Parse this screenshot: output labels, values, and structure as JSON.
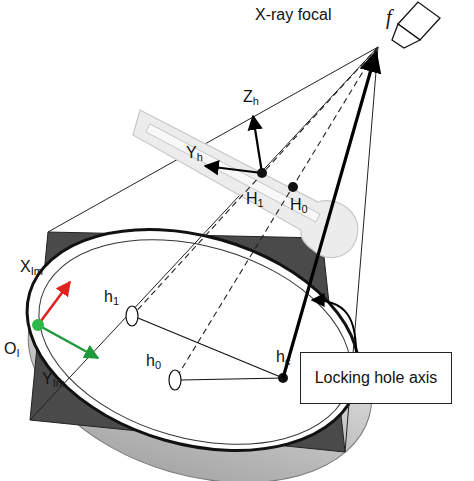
{
  "diagram": {
    "nodes": [
      {
        "text": [
          "Locking hole axis"
        ]
      }
    ],
    "labels": [
      "X-ray focal",
      "f",
      "Zh",
      "Yh",
      "H1",
      "H0",
      "XIm",
      "OI",
      "YIm",
      "h1",
      "h0",
      "hc"
    ]
  }
}
